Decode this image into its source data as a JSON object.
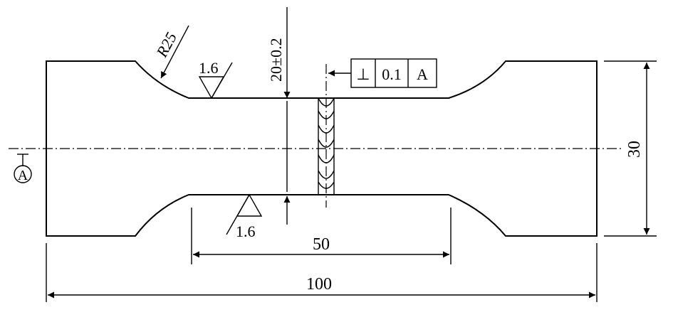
{
  "labels": {
    "radius": "R25",
    "roughness_top": "1.6",
    "roughness_bottom": "1.6",
    "thickness": "20±0.2",
    "tolerance_symbol": "⊥",
    "tolerance_value": "0.1",
    "tolerance_datum": "A",
    "datum_marker": "A",
    "gauge_length": "50",
    "total_length": "100",
    "total_width": "30"
  }
}
